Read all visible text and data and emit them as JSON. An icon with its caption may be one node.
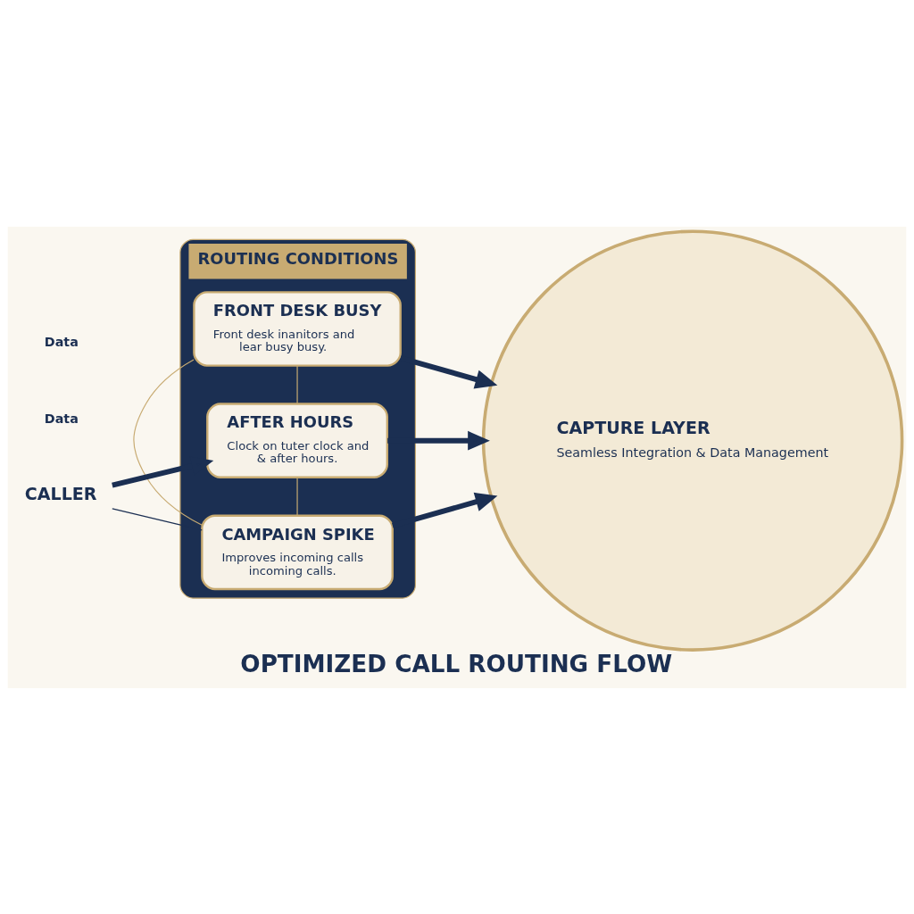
{
  "diagram": {
    "title": "OPTIMIZED CALL ROUTING FLOW",
    "nodes": [
      {
        "text": [
          "ROUTING CONDITIONS"
        ]
      },
      {
        "text": [
          "FRONT DESK BUSY",
          "Front desk inanitors and lear busy busy."
        ],
        "in": 0
      },
      {
        "text": [
          "AFTER HOURS",
          "Clock on tuter clock and & after hours."
        ],
        "in": 0
      },
      {
        "text": [
          "CAMPAIGN SPIKE",
          "Improves incoming calls incoming calls."
        ],
        "in": 0
      },
      {
        "text": [
          "CALLER"
        ]
      },
      {
        "text": [
          "CAPTURE LAYER",
          "Seamless Integration & Data Management"
        ]
      }
    ],
    "edges": [
      {
        "from": 4,
        "to": 2,
        "arrow": "to",
        "style": "thick"
      },
      {
        "from": 1,
        "to": 5,
        "arrow": "to",
        "style": "thick"
      },
      {
        "from": 2,
        "to": 5,
        "arrow": "to",
        "style": "thick"
      },
      {
        "from": 3,
        "to": 5,
        "arrow": "to",
        "style": "thick"
      },
      {
        "from": 1,
        "to": 2,
        "arrow": "none",
        "color": "#c8ab72"
      },
      {
        "from": 2,
        "to": 3,
        "arrow": "none",
        "color": "#c8ab72"
      },
      {
        "from": 1,
        "to": 3,
        "arrow": "none",
        "color": "#c8ab72"
      },
      {
        "from": 4,
        "to": 3,
        "arrow": "none"
      }
    ],
    "labels": [
      "Data",
      "Data"
    ]
  }
}
